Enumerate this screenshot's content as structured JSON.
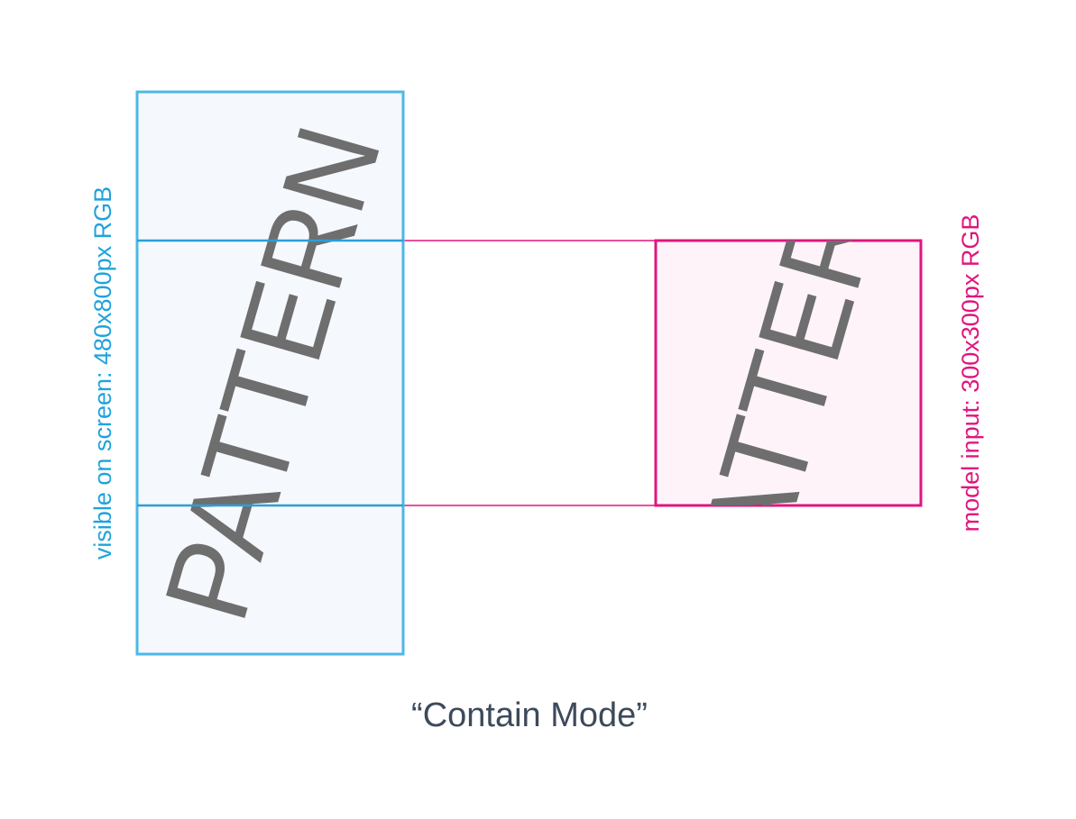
{
  "caption": "“Contain Mode”",
  "screen_panel": {
    "label": "visible on screen: 480x800px RGB",
    "pattern_text": "PATTERN",
    "color": "#4db8e6"
  },
  "model_panel": {
    "label": "model input: 300x300px RGB",
    "pattern_text": "PATTERN",
    "color": "#e0157f"
  },
  "colors": {
    "pattern_text": "#6e6e6e",
    "caption": "#3d4a5c",
    "screen_fill": "#f5f8fd",
    "model_fill": "#fff3fa",
    "screen_crop_lines": "#2a9fd6",
    "connector_lines": "#e0157f"
  }
}
